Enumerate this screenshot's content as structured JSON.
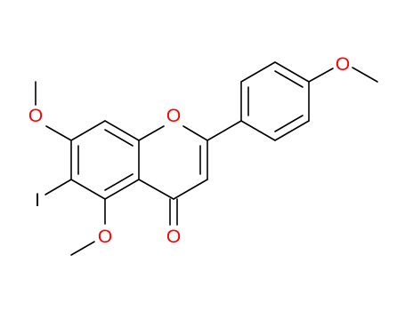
{
  "molecule": {
    "atom_labels": [
      {
        "id": "o-methoxy-7",
        "text": "O",
        "color": "#ff0000"
      },
      {
        "id": "o-ring",
        "text": "O",
        "color": "#ff0000"
      },
      {
        "id": "o-methoxy-4p",
        "text": "O",
        "color": "#ff0000"
      },
      {
        "id": "iodine",
        "text": "I",
        "color": "#000000"
      },
      {
        "id": "o-methoxy-5",
        "text": "O",
        "color": "#ff0000"
      },
      {
        "id": "o-carbonyl",
        "text": "O",
        "color": "#ff0000"
      }
    ]
  }
}
